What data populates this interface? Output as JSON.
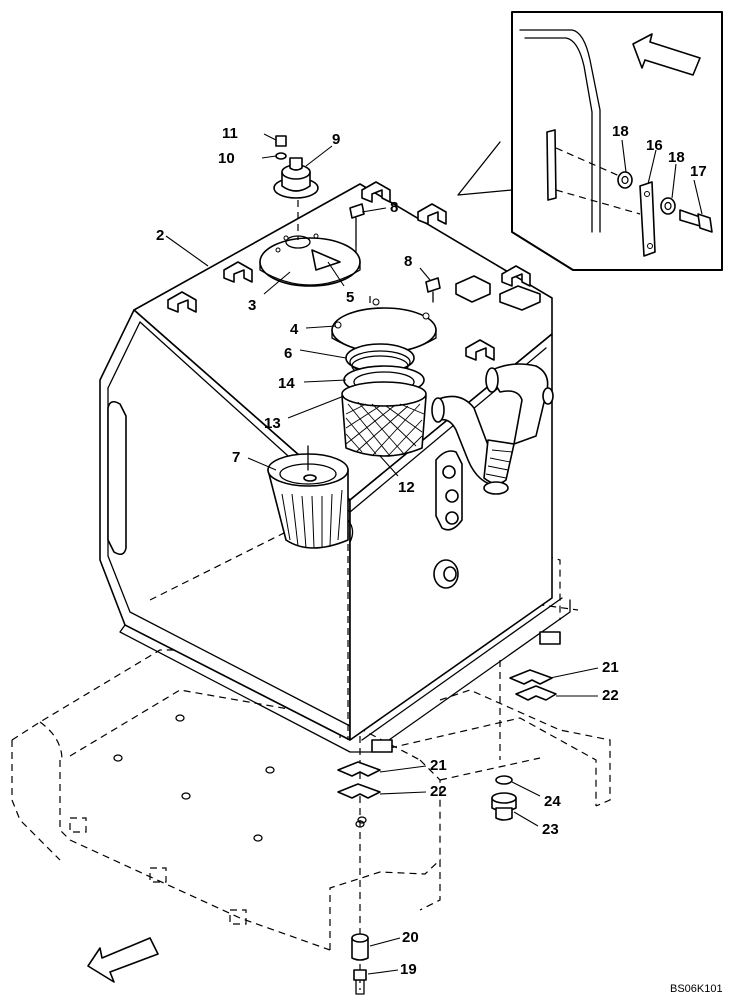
{
  "diagram": {
    "drawing_code": "BS06K101",
    "callouts": [
      {
        "id": "c11",
        "text": "11"
      },
      {
        "id": "c10",
        "text": "10"
      },
      {
        "id": "c9",
        "text": "9"
      },
      {
        "id": "c8a",
        "text": "8"
      },
      {
        "id": "c2",
        "text": "2"
      },
      {
        "id": "c8b",
        "text": "8"
      },
      {
        "id": "c3",
        "text": "3"
      },
      {
        "id": "c5",
        "text": "5"
      },
      {
        "id": "c4",
        "text": "4"
      },
      {
        "id": "c6",
        "text": "6"
      },
      {
        "id": "c14",
        "text": "14"
      },
      {
        "id": "c13",
        "text": "13"
      },
      {
        "id": "c7",
        "text": "7"
      },
      {
        "id": "c12",
        "text": "12"
      },
      {
        "id": "c18a",
        "text": "18"
      },
      {
        "id": "c16",
        "text": "16"
      },
      {
        "id": "c18b",
        "text": "18"
      },
      {
        "id": "c17",
        "text": "17"
      },
      {
        "id": "c21a",
        "text": "21"
      },
      {
        "id": "c22a",
        "text": "22"
      },
      {
        "id": "c21b",
        "text": "21"
      },
      {
        "id": "c22b",
        "text": "22"
      },
      {
        "id": "c24",
        "text": "24"
      },
      {
        "id": "c23",
        "text": "23"
      },
      {
        "id": "c20",
        "text": "20"
      },
      {
        "id": "c19",
        "text": "19"
      }
    ]
  }
}
